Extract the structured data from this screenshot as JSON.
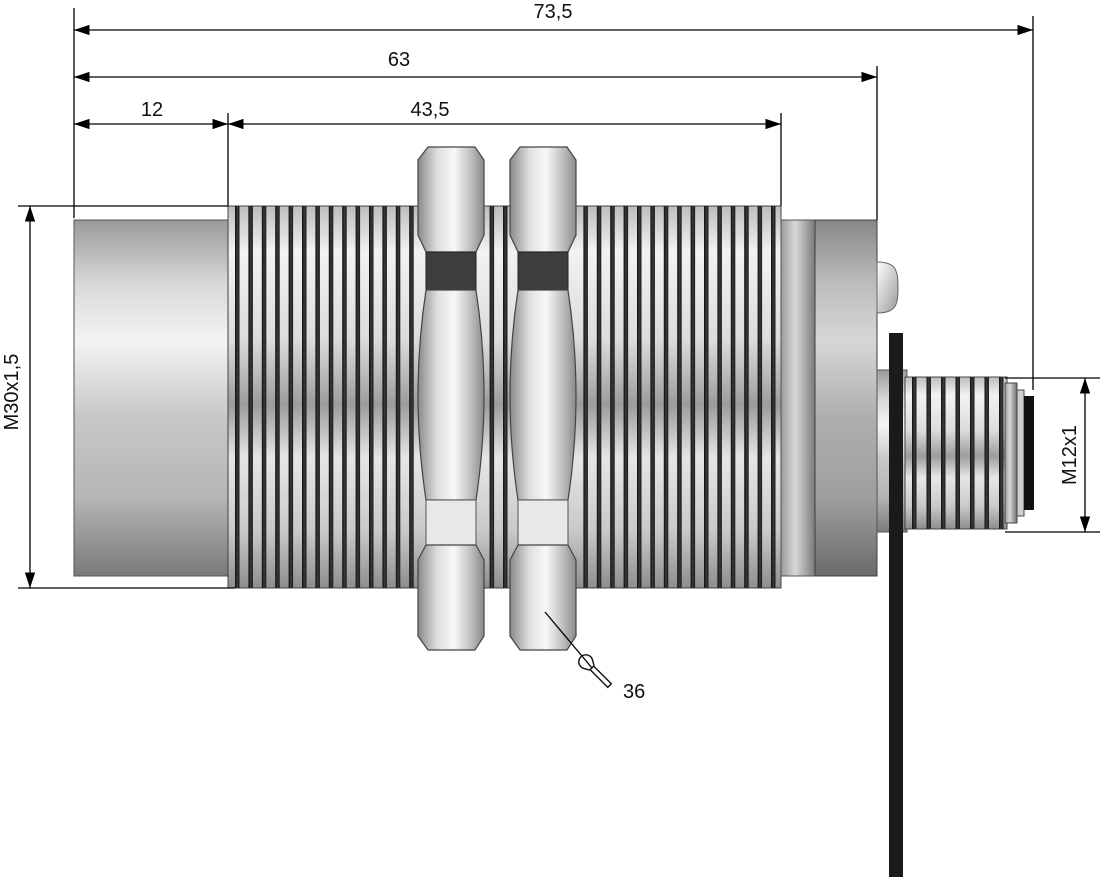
{
  "dimensions": {
    "overall_length": "73,5",
    "housing_length": "63",
    "sensing_face_length": "12",
    "thread_length": "43,5",
    "main_thread": "M30x1,5",
    "connector_thread": "M12x1",
    "wrench_size": "36"
  },
  "icons": {
    "wrench": "wrench-icon"
  }
}
